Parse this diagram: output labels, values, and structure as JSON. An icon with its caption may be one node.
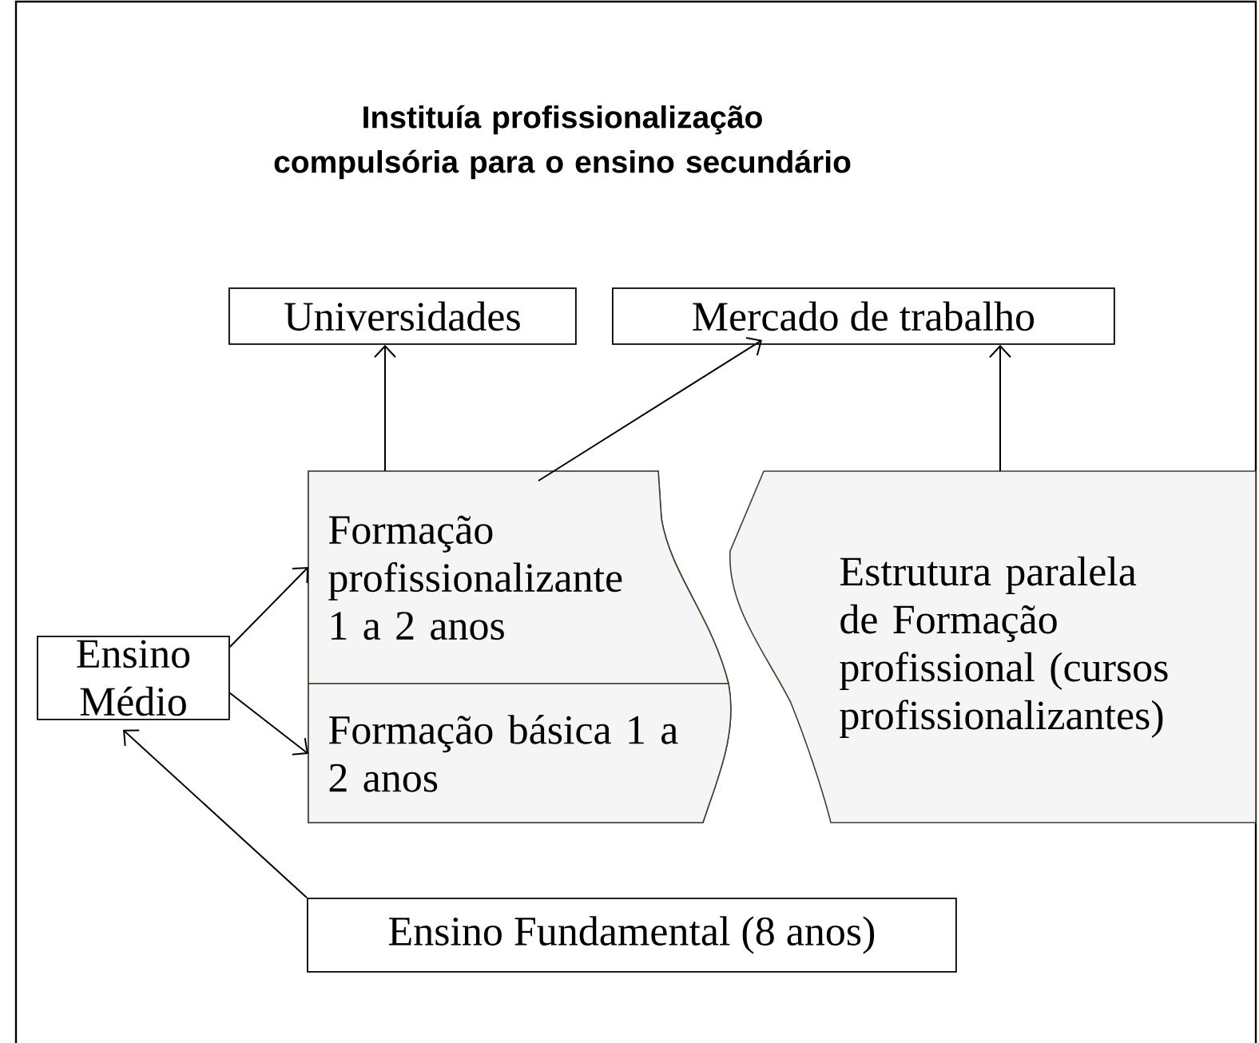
{
  "diagram": {
    "title": "Instituía profissionalização compulsória para o ensino secundário",
    "nodes": [
      {
        "text": [
          "Universidades"
        ]
      },
      {
        "text": [
          "Mercado de trabalho"
        ]
      },
      {
        "text": [],
        "shape": "box"
      },
      {
        "text": [
          "Formação profissionalizante 1 a 2 anos"
        ],
        "in": 2
      },
      {
        "text": [
          "Formação básica 1 a 2 anos"
        ],
        "in": 2
      },
      {
        "text": [
          "Ensino Médio"
        ]
      },
      {
        "text": [
          "Estrutura paralela de Formação profissional (cursos profissionalizantes)"
        ]
      },
      {
        "text": [
          "Ensino Fundamental (8 anos)"
        ]
      }
    ],
    "edges": [
      {
        "from": 3,
        "to": 0,
        "arrow": "to"
      },
      {
        "from": 3,
        "to": 1,
        "arrow": "to"
      },
      {
        "from": 6,
        "to": 1,
        "arrow": "to"
      },
      {
        "from": 5,
        "to": 3,
        "arrow": "to"
      },
      {
        "from": 5,
        "to": 4,
        "arrow": "to"
      },
      {
        "from": 7,
        "to": 5,
        "arrow": "to"
      }
    ]
  }
}
